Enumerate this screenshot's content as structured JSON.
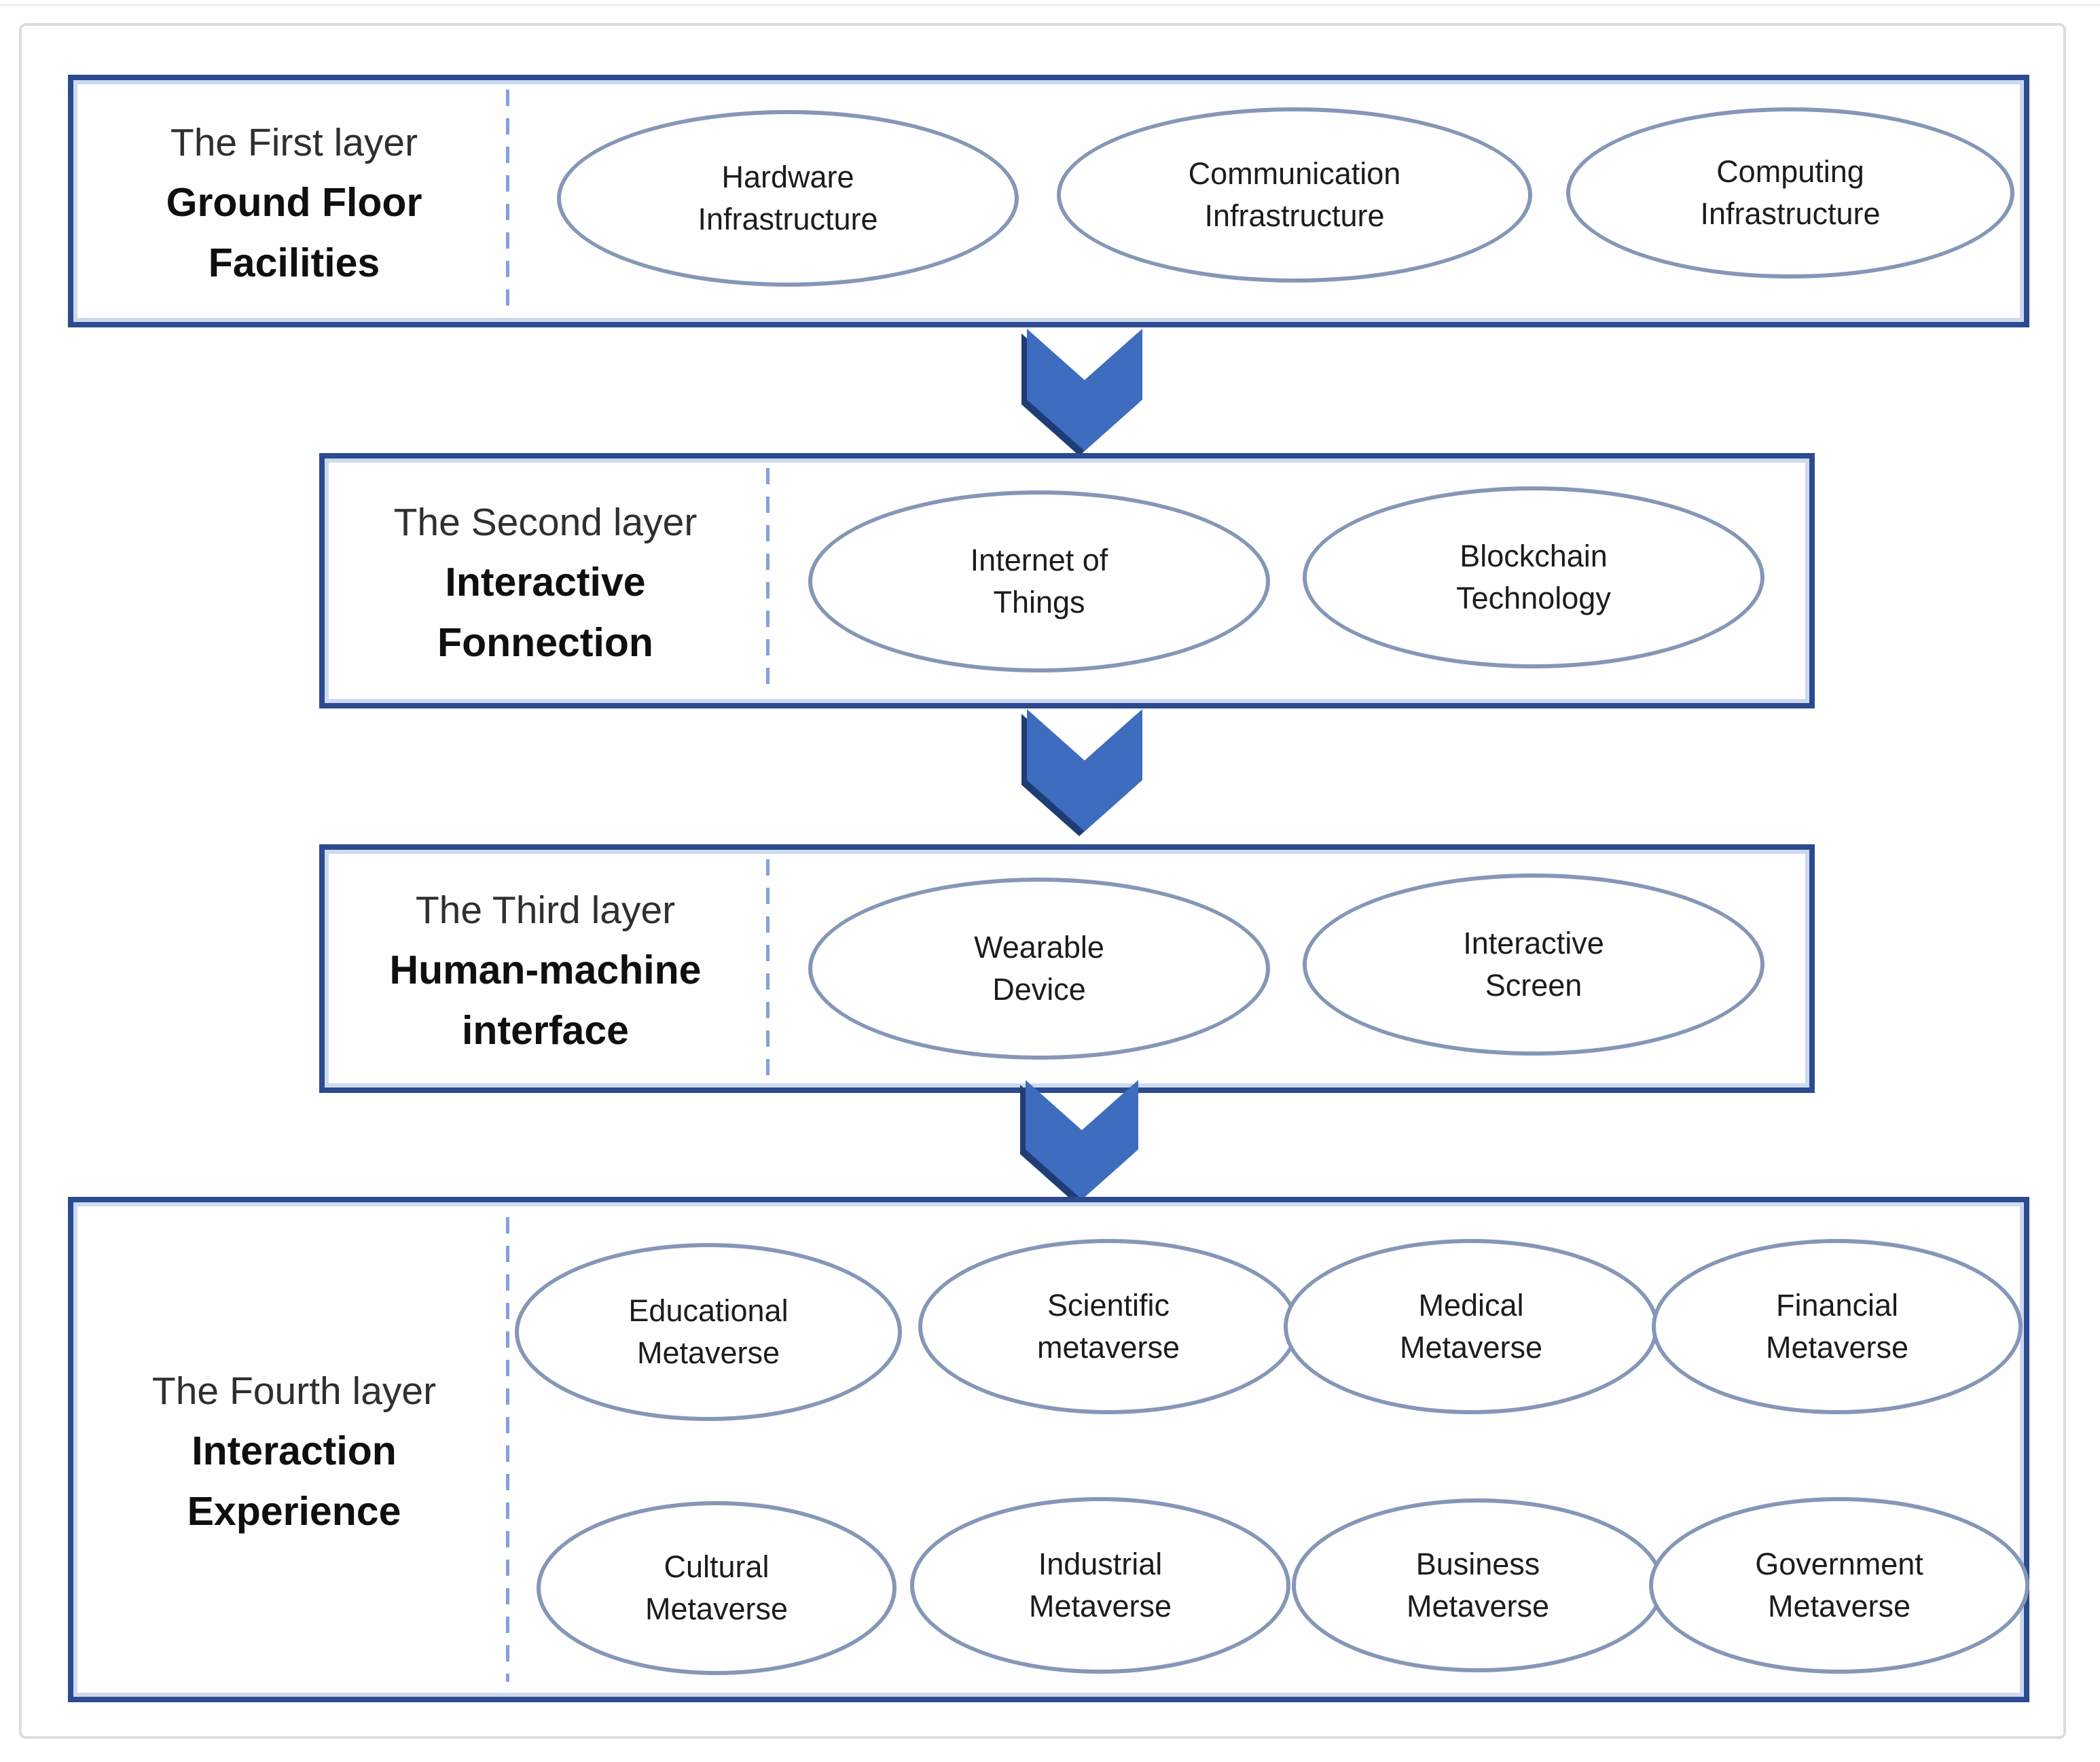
{
  "colors": {
    "navy": "#2b4a8f",
    "inner-line": "#ccd9ee",
    "ellipse-stroke": "#8497b7",
    "dash": "#6f8fd8",
    "arrow-front": "#3e6dbf",
    "arrow-back": "#1f3d74",
    "frame-gray": "#dcdcdc"
  },
  "layers": [
    {
      "label": {
        "line1": "The First layer",
        "line2": "Ground Floor",
        "line3": "Facilities"
      },
      "nodes": [
        {
          "line1": "Hardware",
          "line2": "Infrastructure"
        },
        {
          "line1": "Communication",
          "line2": "Infrastructure"
        },
        {
          "line1": "Computing",
          "line2": "Infrastructure"
        }
      ]
    },
    {
      "label": {
        "line1": "The Second layer",
        "line2": "Interactive",
        "line3": "Fonnection"
      },
      "nodes": [
        {
          "line1": "Internet of",
          "line2": "Things"
        },
        {
          "line1": "Blockchain",
          "line2": "Technology"
        }
      ]
    },
    {
      "label": {
        "line1": "The Third layer",
        "line2": "Human-machine",
        "line3": "interface"
      },
      "nodes": [
        {
          "line1": "Wearable",
          "line2": "Device"
        },
        {
          "line1": "Interactive",
          "line2": "Screen"
        }
      ]
    },
    {
      "label": {
        "line1": "The Fourth layer",
        "line2": "Interaction",
        "line3": "Experience"
      },
      "nodes": [
        {
          "line1": "Educational",
          "line2": "Metaverse"
        },
        {
          "line1": "Scientific",
          "line2": "metaverse"
        },
        {
          "line1": "Medical",
          "line2": "Metaverse"
        },
        {
          "line1": "Financial",
          "line2": "Metaverse"
        },
        {
          "line1": "Cultural",
          "line2": "Metaverse"
        },
        {
          "line1": "Industrial",
          "line2": "Metaverse"
        },
        {
          "line1": "Business",
          "line2": "Metaverse"
        },
        {
          "line1": "Government",
          "line2": "Metaverse"
        }
      ]
    }
  ]
}
